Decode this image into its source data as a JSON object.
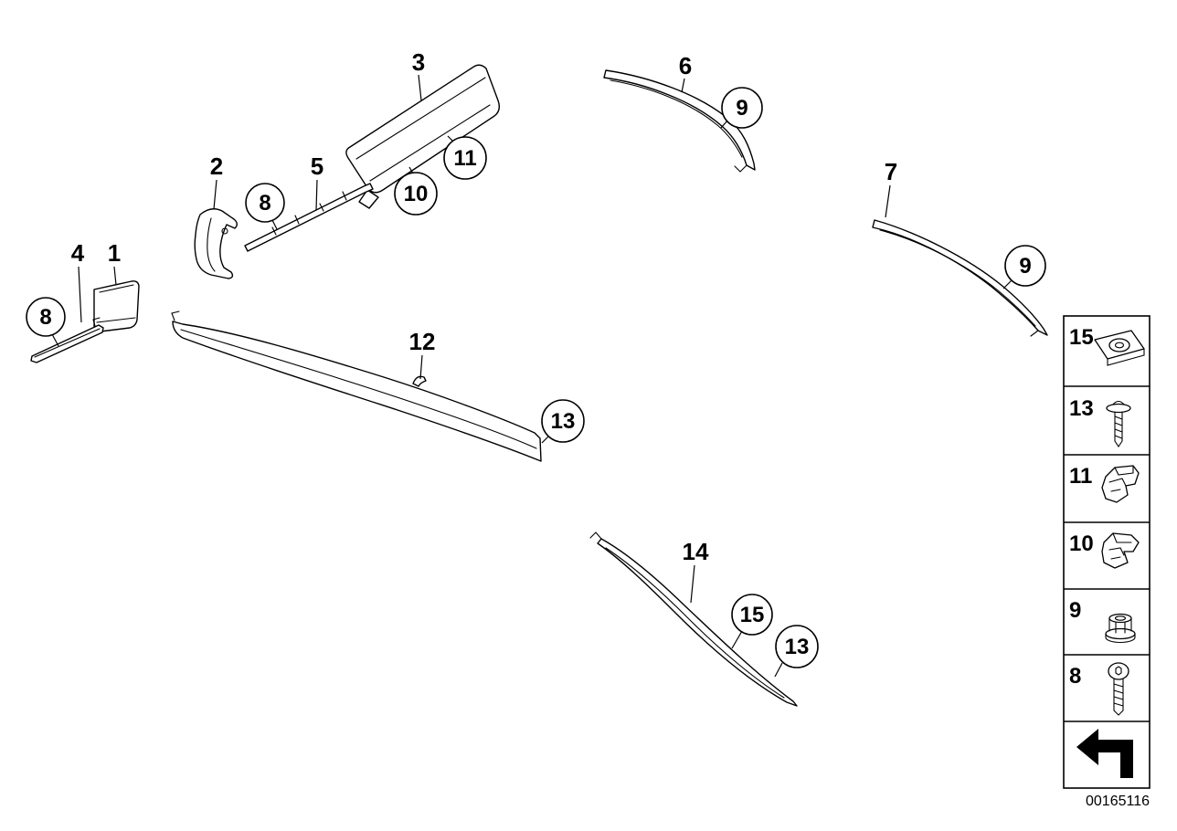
{
  "diagram": {
    "part_labels": {
      "1": "1",
      "2": "2",
      "3": "3",
      "4": "4",
      "5": "5",
      "6": "6",
      "7": "7",
      "12": "12",
      "14": "14"
    },
    "callouts": {
      "c8_door": "8",
      "c8_rail": "8",
      "c9_upper": "9",
      "c9_right": "9",
      "c10": "10",
      "c11": "11",
      "c13_sill": "13",
      "c13_lower": "13",
      "c15": "15"
    }
  },
  "legend": {
    "rows": [
      {
        "num": "15",
        "icon": "speed-nut-icon"
      },
      {
        "num": "13",
        "icon": "screw-icon"
      },
      {
        "num": "11",
        "icon": "spring-clip-icon"
      },
      {
        "num": "10",
        "icon": "spring-clip-icon"
      },
      {
        "num": "9",
        "icon": "flange-nut-icon"
      },
      {
        "num": "8",
        "icon": "torx-screw-icon"
      }
    ]
  },
  "footer": {
    "doc_number": "00165116"
  }
}
